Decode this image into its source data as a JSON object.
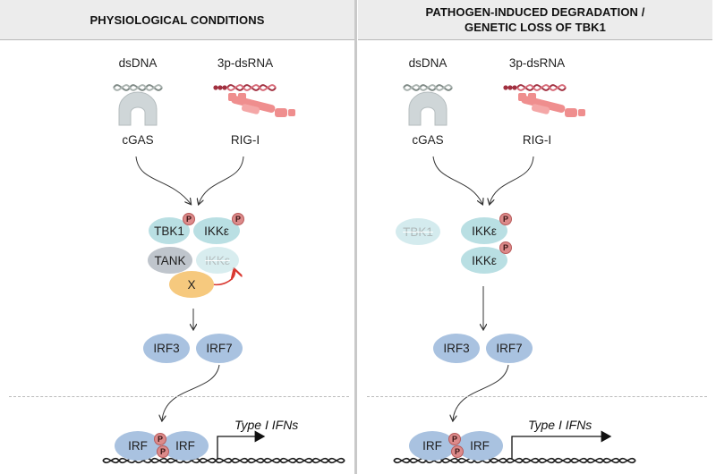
{
  "left": {
    "title": "PHYSIOLOGICAL CONDITIONS",
    "dsdna": "dsDNA",
    "dsrna": "3p-dsRNA",
    "cgas": "cGAS",
    "rigi": "RIG-I",
    "tbk1": "TBK1",
    "ikke_top": "IKKε",
    "tank": "TANK",
    "ikke_bottom": "IKKε",
    "x": "X",
    "irf3": "IRF3",
    "irf7": "IRF7",
    "irf_a": "IRF",
    "irf_b": "IRF",
    "ifn": "Type I IFNs",
    "p": "P"
  },
  "right": {
    "title_line1": "PATHOGEN-INDUCED DEGRADATION /",
    "title_line2": "GENETIC LOSS OF TBK1",
    "dsdna": "dsDNA",
    "dsrna": "3p-dsRNA",
    "cgas": "cGAS",
    "rigi": "RIG-I",
    "tbk1": "TBK1",
    "ikke_top": "IKKε",
    "ikke_bottom": "IKKε",
    "irf3": "IRF3",
    "irf7": "IRF7",
    "irf_a": "IRF",
    "irf_b": "IRF",
    "ifn": "Type I IFNs",
    "p": "P"
  },
  "colors": {
    "dna_strand": "#7f8a86",
    "rna_strand": "#a13040",
    "rigi_body": "#ef8e8e",
    "cgas_body": "#cfd6d8",
    "kinase": "#b9dfe3",
    "tank": "#bfc5cc",
    "x_protein": "#f6c97e",
    "irf": "#a9c2e0",
    "phospho": "#dc8a8a",
    "feedback_arrow": "#d9372f"
  }
}
